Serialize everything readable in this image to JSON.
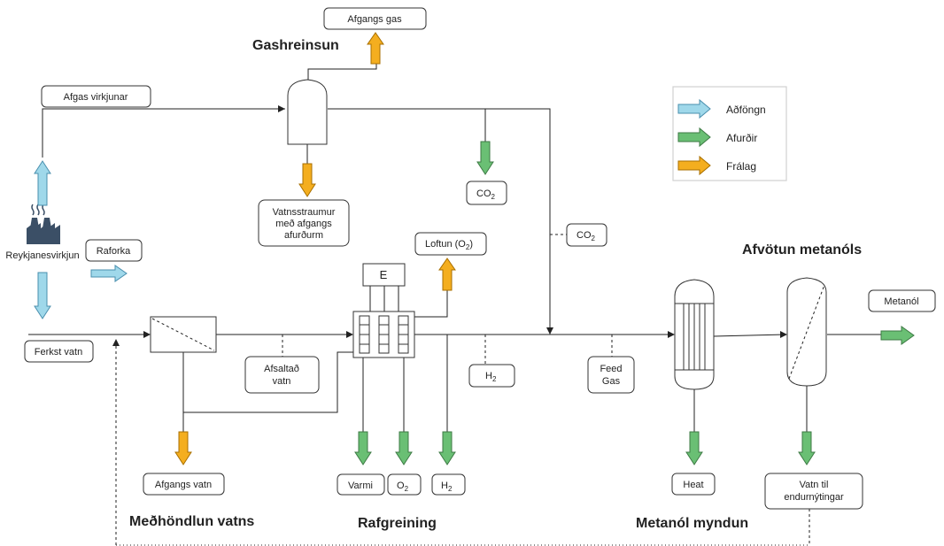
{
  "titles": {
    "gas_cleaning": "Gashreinsun",
    "methanol_dewatering": "Afvötun metanóls",
    "water_treatment": "Meðhöndlun vatns",
    "electrolysis": "Rafgreining",
    "methanol_synthesis": "Metanól myndun"
  },
  "labels": {
    "afgangs_gas": "Afgangs gas",
    "afgas_virkjunar": "Afgas virkjunar",
    "co2": "CO",
    "co2_sub": "2",
    "vatnsstraumur_1": "Vatnsstraumur",
    "vatnsstraumur_2": "með afgangs",
    "vatnsstraumur_3": "afurðurm",
    "raforka": "Raforka",
    "reykjanesvirkjun": "Reykjanesvirkjun",
    "ferkst_vatn": "Ferkst vatn",
    "loftun": "Loftun (O",
    "loftun_end": ")",
    "o2_sub": "2",
    "electrolyzer_e": "E",
    "afsaltad_1": "Afsaltað",
    "afsaltad_2": "vatn",
    "h2": "H",
    "h2_sub": "2",
    "feed_gas_1": "Feed",
    "feed_gas_2": "Gas",
    "metanol": "Metanól",
    "afgangs_vatn": "Afgangs vatn",
    "varmi": "Varmi",
    "o2": "O",
    "heat": "Heat",
    "vatn_til_1": "Vatn til",
    "vatn_til_2": "endurnýtingar"
  },
  "legend": {
    "items": [
      {
        "label": "Aðföngn",
        "color": "#9fd8ea"
      },
      {
        "label": "Afurðir",
        "color": "#6abf74"
      },
      {
        "label": "Frálag",
        "color": "#f4ae1f"
      }
    ]
  },
  "colors": {
    "input_blue": "#9fd8ea",
    "product_green": "#6abf74",
    "output_orange": "#f4ae1f"
  }
}
